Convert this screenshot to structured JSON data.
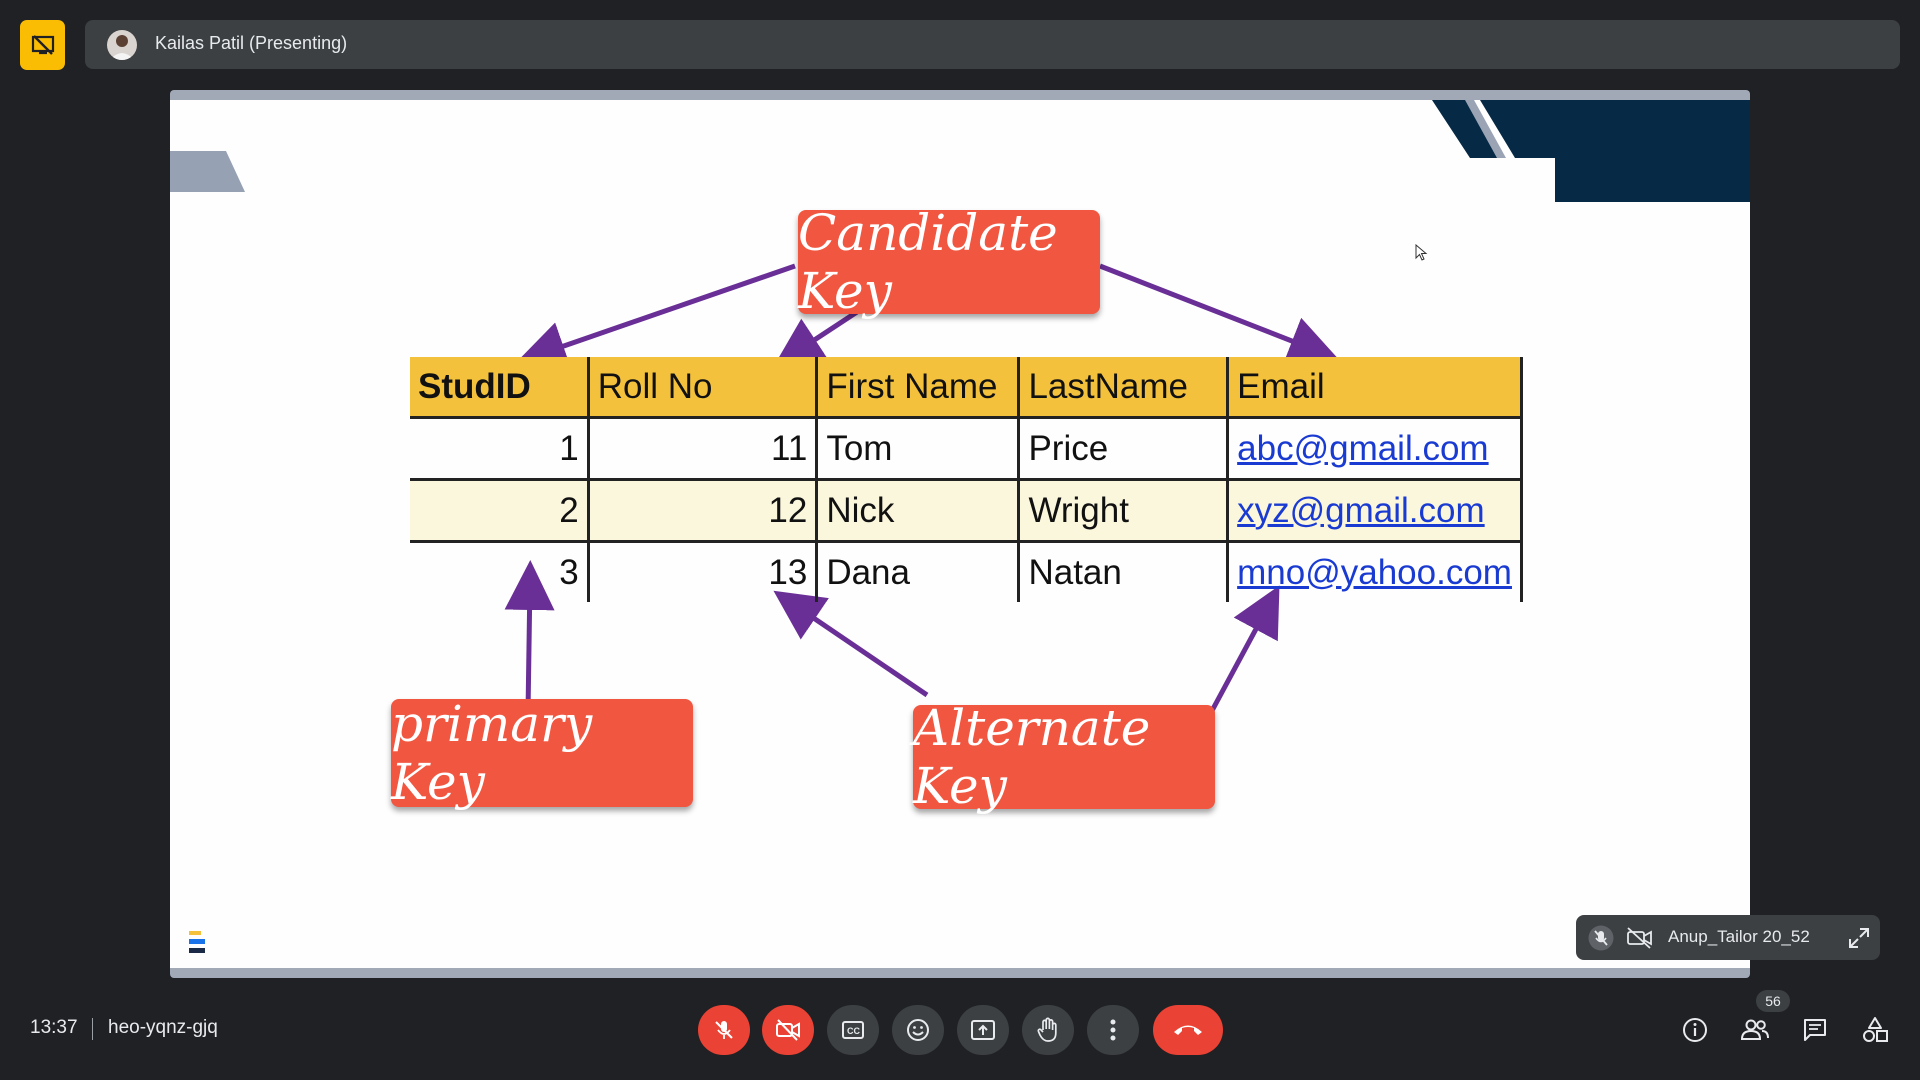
{
  "top_bar": {
    "presenter_name": "Kailas Patil (Presenting)",
    "present_icon": "stop-presenting-icon"
  },
  "slide": {
    "labels": {
      "candidate": "Candidate Key",
      "primary": "primary Key",
      "alternate": "Alternate Key"
    },
    "table": {
      "headers": [
        "StudID",
        "Roll No",
        "First Name",
        "LastName",
        "Email"
      ],
      "rows": [
        [
          "1",
          "11",
          "Tom",
          "Price",
          "abc@gmail.com"
        ],
        [
          "2",
          "12",
          "Nick",
          "Wright",
          "xyz@gmail.com"
        ],
        [
          "3",
          "13",
          "Dana",
          "Natan",
          "mno@yahoo.com"
        ]
      ]
    },
    "colors": {
      "label": "#f15640",
      "header": "#f4c13c",
      "arrow": "#6a2f96"
    }
  },
  "self_tile": {
    "name": "Anup_Tailor 20_52",
    "icons": [
      "mic-off-icon",
      "camera-off-icon",
      "expand-icon"
    ]
  },
  "bottom_bar": {
    "time": "13:37",
    "meeting_code": "heo-yqnz-gjq",
    "controls": [
      "mic-off-icon",
      "camera-off-icon",
      "captions-icon",
      "emoji-icon",
      "present-screen-icon",
      "raise-hand-icon",
      "more-options-icon",
      "end-call-icon"
    ],
    "right_icons": [
      "info-icon",
      "people-icon",
      "chat-icon",
      "activities-icon"
    ],
    "participant_count": "56"
  }
}
